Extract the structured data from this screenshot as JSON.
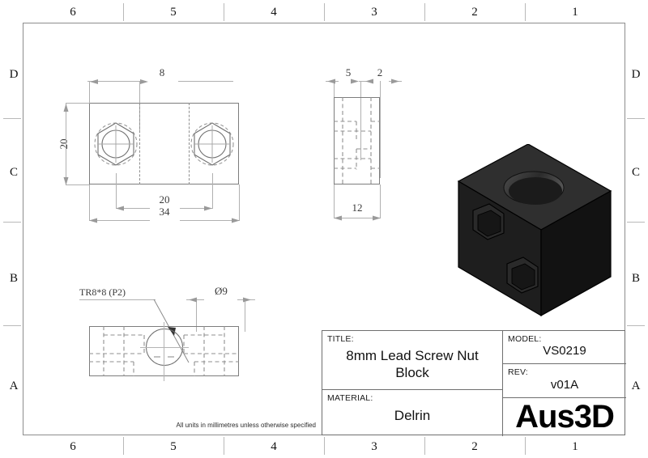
{
  "sheet": {
    "zone_numbers_top": [
      "6",
      "5",
      "4",
      "3",
      "2",
      "1"
    ],
    "zone_numbers_bottom": [
      "6",
      "5",
      "4",
      "3",
      "2",
      "1"
    ],
    "zone_letters_left": [
      "D",
      "C",
      "B",
      "A"
    ],
    "zone_letters_right": [
      "D",
      "C",
      "B",
      "A"
    ],
    "footer_note": "All units in millimetres unless otherwise specified"
  },
  "title_block": {
    "title_label": "TITLE:",
    "title_value": "8mm Lead Screw Nut Block",
    "material_label": "MATERIAL:",
    "material_value": "Delrin",
    "model_label": "MODEL:",
    "model_value": "VS0219",
    "rev_label": "REV:",
    "rev_value": "v01A",
    "logo": "Aus3D"
  },
  "views": {
    "front": {
      "name": "front-view",
      "dimensions": {
        "hole_edge_offset": "8",
        "height": "20",
        "hole_spacing": "20",
        "width": "34"
      }
    },
    "side": {
      "name": "side-view",
      "dimensions": {
        "offset_a": "5",
        "offset_b": "2",
        "depth": "12"
      }
    },
    "bottom": {
      "name": "bottom-view",
      "annotations": {
        "thread_callout": "TR8*8 (P2)",
        "bore_diameter": "Ø9"
      }
    },
    "isometric": {
      "name": "isometric-view"
    }
  },
  "colors": {
    "frame": "#8d8d8d",
    "outline": "#7d7d7d",
    "hidden": "#8f8f8f",
    "dimension": "#b0b0b0",
    "body_top": "#3a3a3a",
    "body_front": "#222222",
    "body_side": "#121212"
  }
}
